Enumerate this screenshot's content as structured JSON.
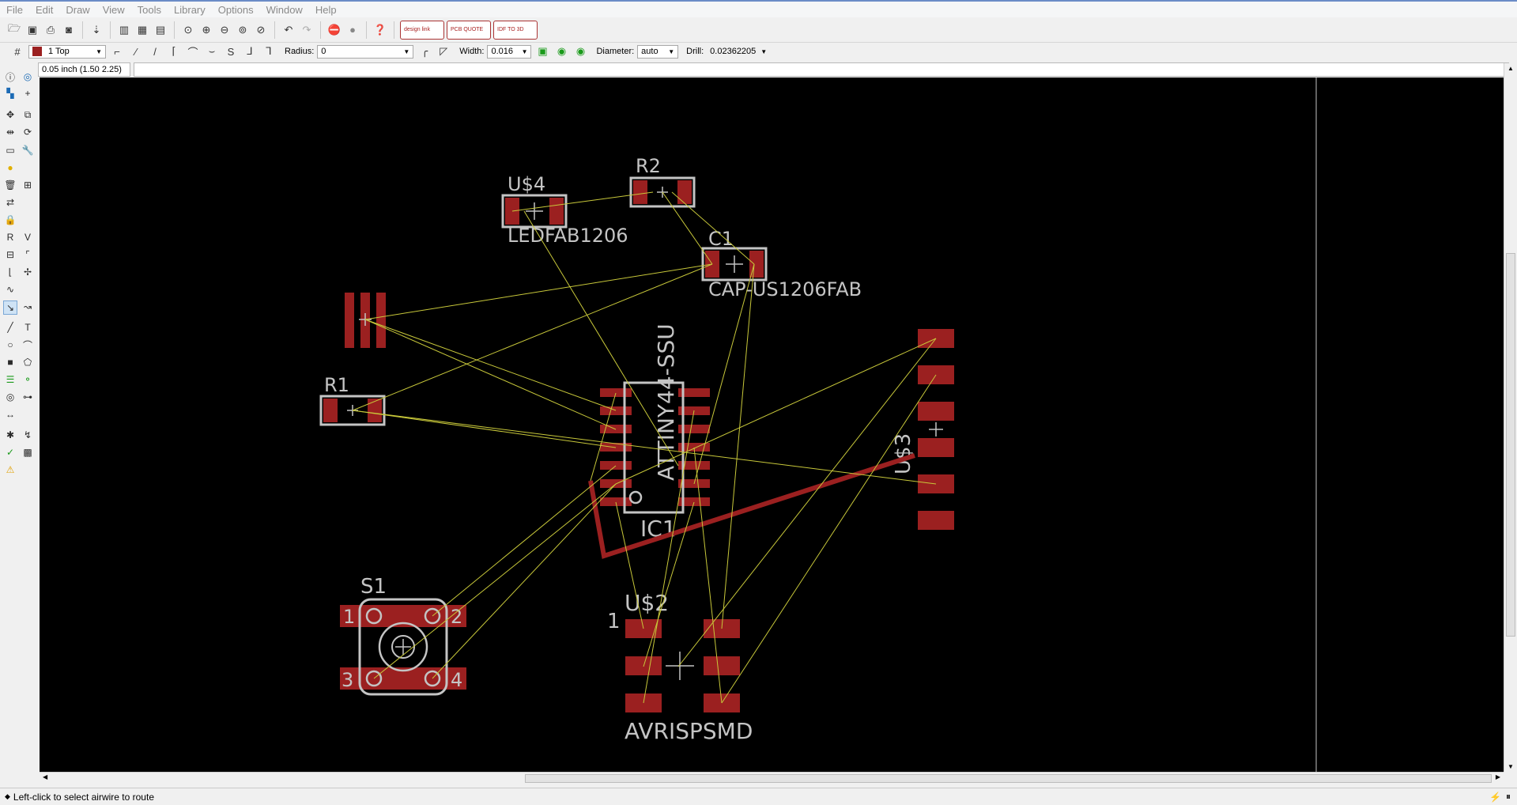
{
  "menu": [
    "File",
    "Edit",
    "Draw",
    "View",
    "Tools",
    "Library",
    "Options",
    "Window",
    "Help"
  ],
  "toolbar": {
    "design_link": "design link",
    "pcb_quote": "PCB QUOTE",
    "idf_3d": "IDF TO 3D"
  },
  "params": {
    "layer": "1 Top",
    "radius_label": "Radius:",
    "radius_value": "0",
    "width_label": "Width:",
    "width_value": "0.016",
    "diameter_label": "Diameter:",
    "diameter_value": "auto",
    "drill_label": "Drill:",
    "drill_value": "0.02362205"
  },
  "coords": "0.05 inch (1.50 2.25)",
  "status": "Left-click to select airwire to route",
  "colors": {
    "canvas": "#000000",
    "pad": "#9b2020",
    "airwire": "#c8c83a",
    "silk": "#c4c4c4",
    "trace": "#9b2020"
  },
  "board": {
    "labels": {
      "u4_name": "U$4",
      "u4_value": "LEDFAB1206",
      "r2_name": "R2",
      "c1_name": "C1",
      "c1_value": "CAP-US1206FAB",
      "r1_name": "R1",
      "ic1_name": "IC1",
      "ic1_value": "ATTINY44-SSU",
      "u3_name": "U$3",
      "s1_name": "S1",
      "s1_pin1": "1",
      "s1_pin2": "2",
      "s1_pin3": "3",
      "s1_pin4": "4",
      "u2_name": "U$2",
      "u2_pin1": "1",
      "u2_value": "AVRISPSMD"
    }
  }
}
